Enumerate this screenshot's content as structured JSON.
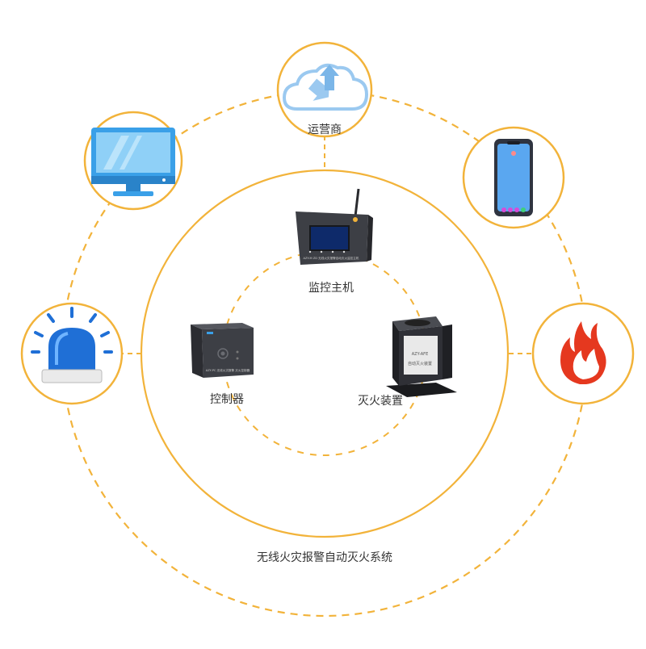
{
  "colors": {
    "ring": "#f2b33a",
    "node_border": "#f2b33a",
    "screen_blue": "#3aa0e8",
    "alarm_blue": "#1f6fd6",
    "fire_red": "#e5381f",
    "device_body": "#3d3f45"
  },
  "diagram": {
    "system_title": "无线火灾报警自动灭火系统",
    "operator_label": "运营商",
    "monitor_label": "监控主机",
    "controller_label": "控制器",
    "extinguisher_label": "灭火装置",
    "monitor_print": "AZY-M ZD 无线火灾报警自动灭火监控主机",
    "controller_print": "AZY-PC 无线火灾报警 灭火控制器",
    "extinguisher_model": "AZY-AFE",
    "extinguisher_print": "自动灭火装置"
  },
  "icons": {
    "operator": "cloud-sync-icon",
    "monitor_pc": "desktop-monitor-icon",
    "phone": "smartphone-icon",
    "alarm": "alarm-beacon-icon",
    "fire": "flame-icon"
  }
}
